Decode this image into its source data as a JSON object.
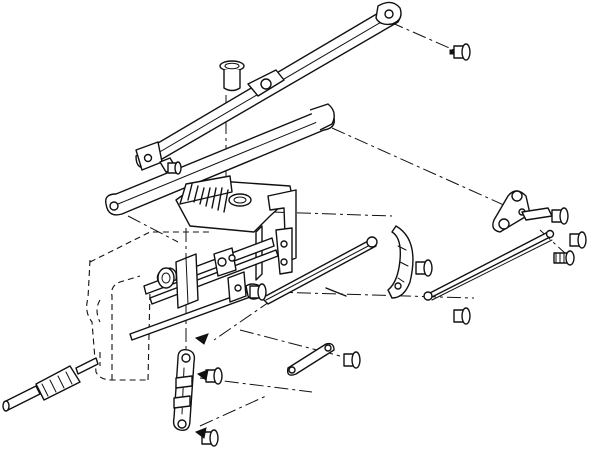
{
  "figure": {
    "kind": "exploded-assembly-line-drawing",
    "printed_text": [],
    "ink_color": "#111111",
    "paper_color": "#ffffff"
  },
  "parts": [
    {
      "id": "upper-shift-rod",
      "icon": "long-rod-with-eyelets"
    },
    {
      "id": "lower-shift-rod",
      "icon": "long-rod-with-eyelets"
    },
    {
      "id": "pivot-bushing",
      "icon": "cylindrical-bushing"
    },
    {
      "id": "shifter-bracket",
      "icon": "ribbed-bracket-plate"
    },
    {
      "id": "gear-selector-rods",
      "icon": "parallel-rods"
    },
    {
      "id": "quadrant-plate",
      "icon": "curved-slotted-plate"
    },
    {
      "id": "right-bellcrank",
      "icon": "bellcrank-lever"
    },
    {
      "id": "right-link-rod",
      "icon": "double-rod"
    },
    {
      "id": "lower-vertical-lever",
      "icon": "vertical-link"
    },
    {
      "id": "short-link",
      "icon": "short-link"
    },
    {
      "id": "input-shaft",
      "icon": "splined-shaft"
    },
    {
      "id": "transmission-case-outline",
      "icon": "phantom-housing"
    },
    {
      "id": "clevis-pins",
      "icon": "shoulder-bolt",
      "count": 9
    }
  ]
}
